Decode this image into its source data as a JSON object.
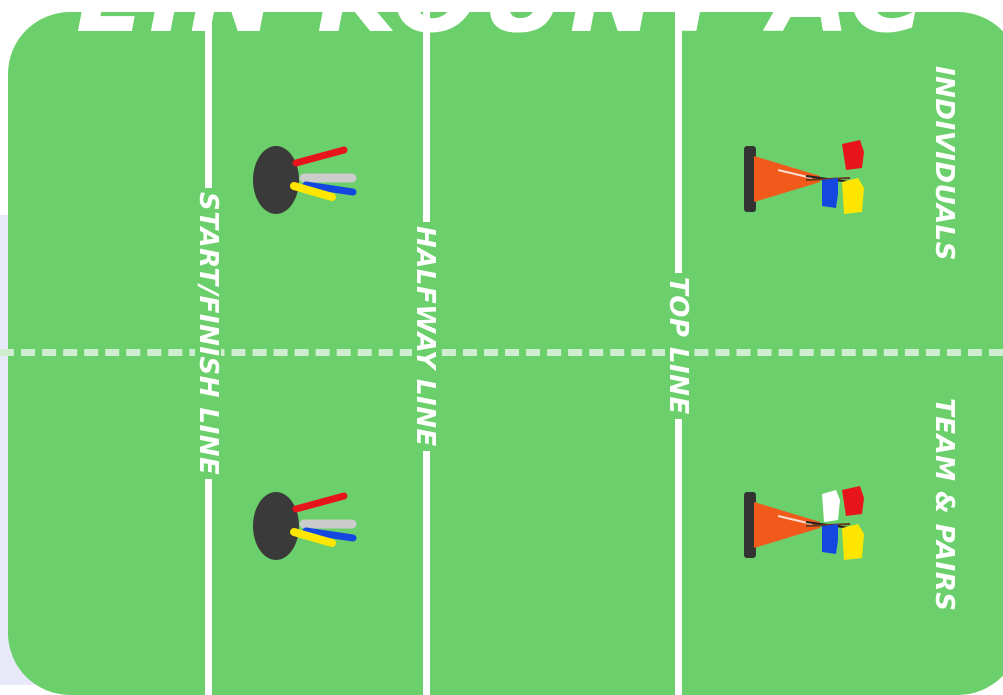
{
  "banner": {
    "text": "EIN KOUNT AC"
  },
  "lines": {
    "start_finish": "START/FINISH LINE",
    "halfway": "HALFWAY LINE",
    "top": "TOP LINE"
  },
  "sections": {
    "individuals": "INDIVIDUALS",
    "team_pairs": "TEAM & PAIRS"
  },
  "colors": {
    "field": "#6bd06b",
    "lines": "#ffffff",
    "cone": "#f25a1c",
    "flag_red": "#e8141c",
    "flag_blue": "#1447e0",
    "flag_yellow": "#ffe600",
    "flag_white": "#ffffff"
  },
  "icons": {
    "batons_top": "baton-bundle-icon",
    "batons_bottom": "baton-bundle-icon",
    "cone_top": "cone-flags-icon",
    "cone_bottom": "cone-flags-icon"
  }
}
